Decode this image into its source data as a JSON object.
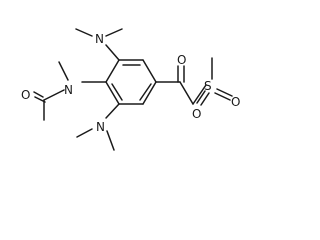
{
  "diagram": {
    "type": "chemical-structure",
    "atom_labels": {
      "n_top": "N",
      "n_acetamide": "N",
      "n_bottom": "N",
      "o_acetyl": "O",
      "o_ketone": "O",
      "s_sulfonyl": "S",
      "o_sulfonyl_left": "O",
      "o_sulfonyl_right": "O"
    },
    "colors": {
      "bond": "#1a1a1a",
      "background": "#ffffff"
    }
  }
}
